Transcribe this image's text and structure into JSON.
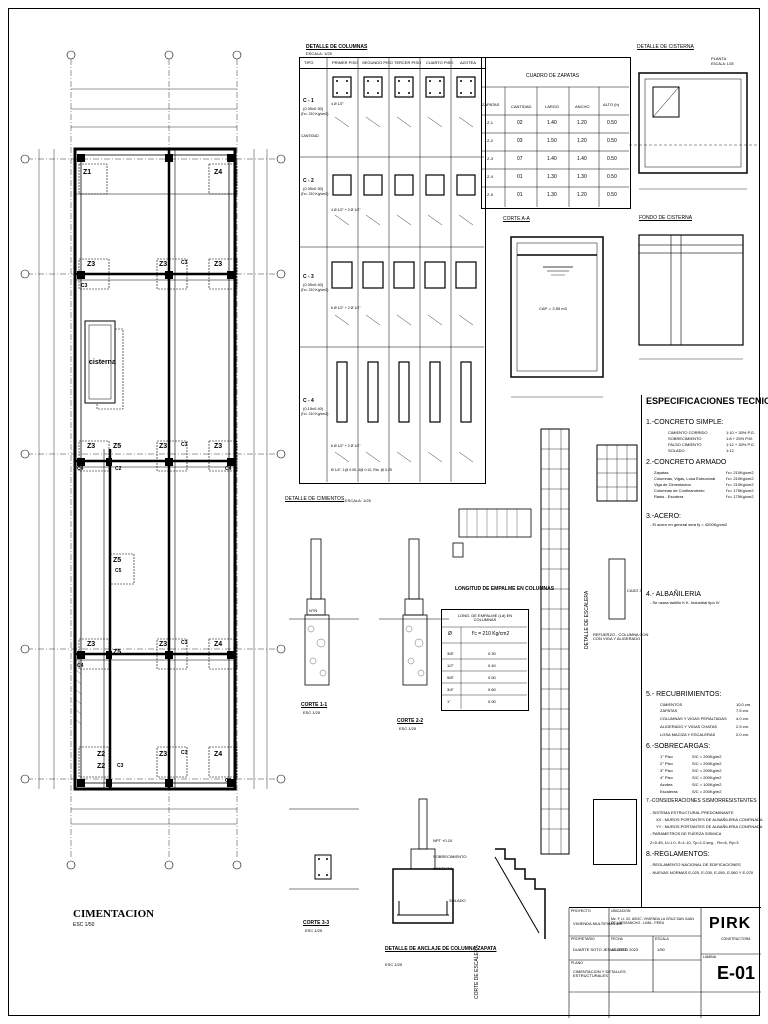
{
  "sheet": {
    "code": "E-01",
    "brand": "PIRK",
    "brand_sub": "CONSTRUCTORA"
  },
  "plan": {
    "title": "CIMENTACION",
    "scale": "ESC 1/50",
    "zapatas": [
      "Z1",
      "Z3",
      "Z3",
      "Z3",
      "Z5",
      "Z3",
      "Z4",
      "Z5",
      "Z3",
      "Z3",
      "Z4",
      "Z2",
      "Z3",
      "Z3",
      "Z3",
      "Z5",
      "Z4",
      "Z2"
    ],
    "columns": [
      "C3",
      "C3",
      "C3",
      "C4",
      "C2",
      "C4",
      "C5",
      "C3",
      "C3",
      "C4",
      "C3",
      "C3"
    ],
    "cisterna": "cisterna"
  },
  "columns_detail": {
    "title": "DETALLE DE COLUMNAS",
    "scale": "ESCALA: 1/25",
    "headers": [
      "TIPO",
      "PRIMER PISO",
      "SEGUNDO PISO",
      "TERCER PISO",
      "CUARTO PISO",
      "AZOTEA"
    ],
    "types": [
      {
        "name": "C - 1",
        "desc": "(0.30x0.30)",
        "conc": "(f'c= 210 Kg/cm2)",
        "bars": "4 Ø 1/2\""
      },
      {
        "name": "C - 2",
        "desc": "(0.30x0.30)",
        "conc": "(f'c= 210 Kg/cm2)",
        "bars": "4 Ø 1/2\" + 2 Ø 1/2\""
      },
      {
        "name": "C - 3",
        "desc": "(0.30x0.40)",
        "conc": "(f'c= 210 Kg/cm2)",
        "bars": "6 Ø 1/2\" + 2 Ø 1/2\""
      },
      {
        "name": "C - 4",
        "desc": "(0.15x0.40)",
        "conc": "(f'c= 210 Kg/cm2)",
        "bars": "6 Ø 1/2\" + 2 Ø 1/2\""
      }
    ],
    "cantidad": "CANTIDAD",
    "stirrups": "Ø 1/4\": 1@ 0.05, 4@ 0.10, Rto. @ 0.25"
  },
  "zapatas_table": {
    "title": "CUADRO DE ZAPATAS",
    "headers": [
      "ZAPATAS",
      "CANTIDAD",
      "LARGO",
      "ANCHO",
      "ALTO (h)"
    ],
    "rows": [
      [
        "Z-1",
        "02",
        "1.40",
        "1.20",
        "0.50"
      ],
      [
        "Z-2",
        "03",
        "1.50",
        "1.20",
        "0.50"
      ],
      [
        "Z-3",
        "07",
        "1.40",
        "1.40",
        "0.50"
      ],
      [
        "Z-4",
        "01",
        "1.30",
        "1.30",
        "0.50"
      ],
      [
        "Z-5",
        "01",
        "1.30",
        "1.20",
        "0.50"
      ]
    ]
  },
  "cisterna": {
    "title": "DETALLE DE CISTERNA",
    "planta": "PLANTA",
    "scale": "ESCALA: 1/25",
    "corte": "CORTE A-A",
    "fondo": "FONDO DE CISTERNA",
    "cap": "CAP. = 3.55 m3"
  },
  "cimientos": {
    "title": "DETALLE DE CIMIENTOS",
    "scale": "ESCALA: 1/25",
    "corte11": "CORTE 1-1",
    "corte22": "CORTE 2-2",
    "corte33": "CORTE 3-3",
    "esc": "ESC 1/25",
    "npt": "NPT +0.10",
    "ntn": "NTN",
    "sobrecimiento": "SOBRECIMIENTO",
    "cimiento": "CIMIENTO",
    "solado": "SOLADO"
  },
  "empalme": {
    "title": "LONGITUD DE EMPALME EN COLUMNAS",
    "col1": "LONG. DE EMPALME (Ld) EN COLUMNAS",
    "phi": "Ø",
    "fc": "f'c = 210 Kg/cm2",
    "rows": [
      [
        "3/8\"",
        "0.30"
      ],
      [
        "1/2\"",
        "0.40"
      ],
      [
        "5/8\"",
        "0.50"
      ],
      [
        "3/4\"",
        "0.60"
      ],
      [
        "1\"",
        "0.90"
      ]
    ]
  },
  "anclaje": {
    "title": "DETALLE DE ANCLAJE DE COLUMNA ZAPATA",
    "scale": "ESC 1/25"
  },
  "escalera": {
    "detalle": "DETALLE DE ESCALERA",
    "corte": "CORTE DE ESCALERA",
    "refuerzo": "REFUERZO - COLUMNA CON CON VIGA Y ALIGERADO",
    "caso": "CASO 3"
  },
  "specs": {
    "title": "ESPECIFICACIONES TECNICAS",
    "s1": "1.-CONCRETO SIMPLE:",
    "s1_items": [
      [
        "CIMIENTO CORRIDO",
        "1:10 + 30% P.G."
      ],
      [
        "SOBRECIMIENTO",
        "1:8 + 25% P.M."
      ],
      [
        "FALSO CIMIENTO",
        "1:12 + 30% P.G."
      ],
      [
        "SOLADO",
        "1:12"
      ]
    ],
    "s2": "2.-CONCRETO ARMADO",
    "s2_items": [
      [
        "Zapatas",
        "f'c= 210Kg/cm2"
      ],
      [
        "Columnas, Vigas, Losa Estructural",
        "f'c= 210Kg/cm2"
      ],
      [
        "Viga de Cimentacion",
        "f'c= 210Kg/cm2"
      ],
      [
        "Columnas de Confinamiento",
        "f'c= 175Kg/cm2"
      ],
      [
        "Rasts - Escalera",
        "f'c= 175Kg/cm2"
      ]
    ],
    "s3": "3.-ACERO:",
    "s3_text": "- El acero en general sera fy = 4200Kg/cm2",
    "s4": "4.- ALBAÑILERIA",
    "s4_text": "- Se usara ladrillo K.K. Industrial tipo IV",
    "s5": "5.- RECUBRIMIENTOS:",
    "s5_items": [
      [
        "CIMIENTOS",
        "10.0 cm."
      ],
      [
        "ZAPATAS",
        "7.5 cm."
      ],
      [
        "COLUMNAS Y VIGAS PERALTADAS",
        "4.0 cm."
      ],
      [
        "ALIGERADO Y VIGAS CHATAS",
        "2.5 cm."
      ],
      [
        "LOSA MACIZA Y ESCALERAS",
        "2.0 cm."
      ]
    ],
    "s6": "6.-SOBRECARGAS:",
    "s6_items": [
      [
        "1° Piso",
        "S/C = 200Kg/m2"
      ],
      [
        "2° Piso",
        "S/C = 200Kg/m2"
      ],
      [
        "3° Piso",
        "S/C = 200Kg/m2"
      ],
      [
        "4° Piso",
        "S/C = 200Kg/m2"
      ],
      [
        "Azotea",
        "S/C = 100Kg/m2"
      ],
      [
        "Escaleras",
        "S/C = 200Kg/m2"
      ]
    ],
    "s7": "7.-CONSIDERACIONES SISMORRESISTENTES",
    "s7_items": [
      "- SISTEMA ESTRUCTURAL PREDOMINANTE",
      "XX : MUROS PORTANTES DE ALBAÑILERIA CONFINADA",
      "YY : MUROS PORTANTES DE ALBAÑILERIA CONFINADA",
      "- PARAMETROS DE FUERZA SISMICA",
      "Z=0.45, U=1.0, S=1.10, Tp=1.0 seg. , Rx=6, Ry=3"
    ],
    "s8": "8.-REGLAMENTOS:",
    "s8_items": [
      "- REGLAMENTO NACIONAL DE EDIFICACIONES",
      "- NUEVAS NORMAS E-020, E-030, E-050, E-060 Y E-070"
    ]
  },
  "titleblock": {
    "proyecto_lbl": "PROYECTO",
    "proyecto": "VIVIENDA MULTIFAMILIAR",
    "ubicacion_lbl": "UBICACION",
    "ubicacion": "Mz. F, Lt. 02, ASOC. VIVIENDA LA CRUZ SAN JUAN DE LURIGANCHO - LIMA - PERU",
    "propietario_lbl": "PROPIETARIO",
    "propietario": "DUARTE SOTO JESUS JOSE",
    "fecha_lbl": "FECHA",
    "fecha": "AGOSTO 2023",
    "escala_lbl": "ESCALA",
    "escala": "1/50",
    "plano_lbl": "PLANO",
    "plano": "CIMENTACION Y DETALLES ESTRUCTURALES",
    "lamina_lbl": "LAMINA"
  }
}
